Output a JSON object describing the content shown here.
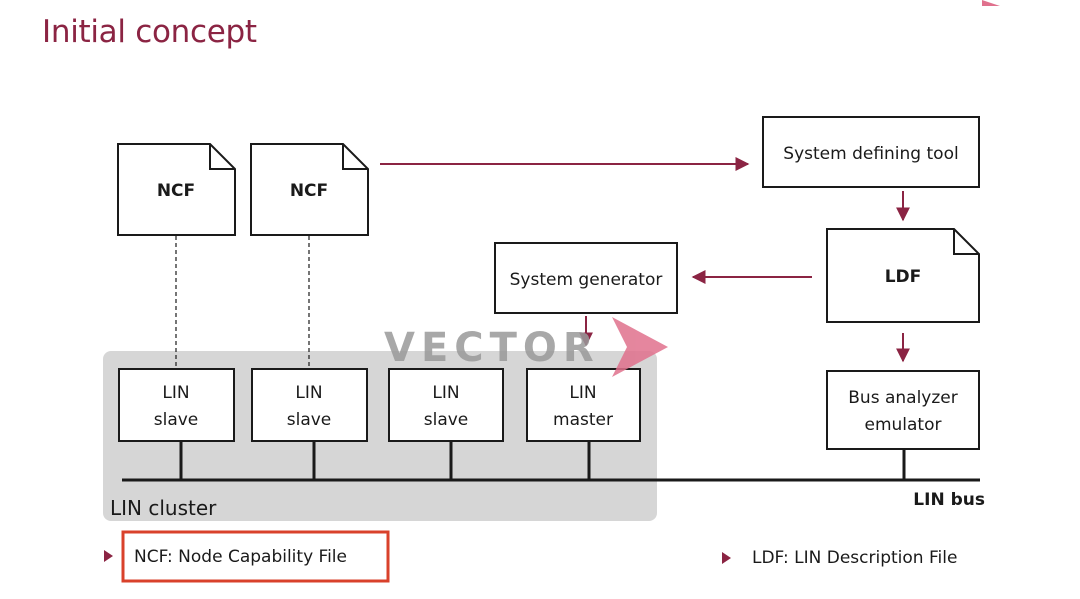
{
  "title": "Initial concept",
  "watermark": "VECTOR",
  "ncf_1": "NCF",
  "ncf_2": "NCF",
  "system_defining_tool": "System defining tool",
  "ldf": "LDF",
  "system_generator": "System generator",
  "bus_analyzer": {
    "line1": "Bus analyzer",
    "line2": "emulator"
  },
  "nodes": [
    {
      "line1": "LIN",
      "line2": "slave"
    },
    {
      "line1": "LIN",
      "line2": "slave"
    },
    {
      "line1": "LIN",
      "line2": "slave"
    },
    {
      "line1": "LIN",
      "line2": "master"
    }
  ],
  "cluster_label": "LIN cluster",
  "bus_label": "LIN bus",
  "legend": {
    "ncf": "NCF: Node Capability File",
    "ldf": "LDF: LIN Description File"
  },
  "colors": {
    "accent": "#8b2443",
    "highlight_border": "#d9412b",
    "cluster_bg": "#d6d6d6",
    "watermark_text": "#9a9a9a",
    "watermark_arrow": "#e0718d"
  }
}
